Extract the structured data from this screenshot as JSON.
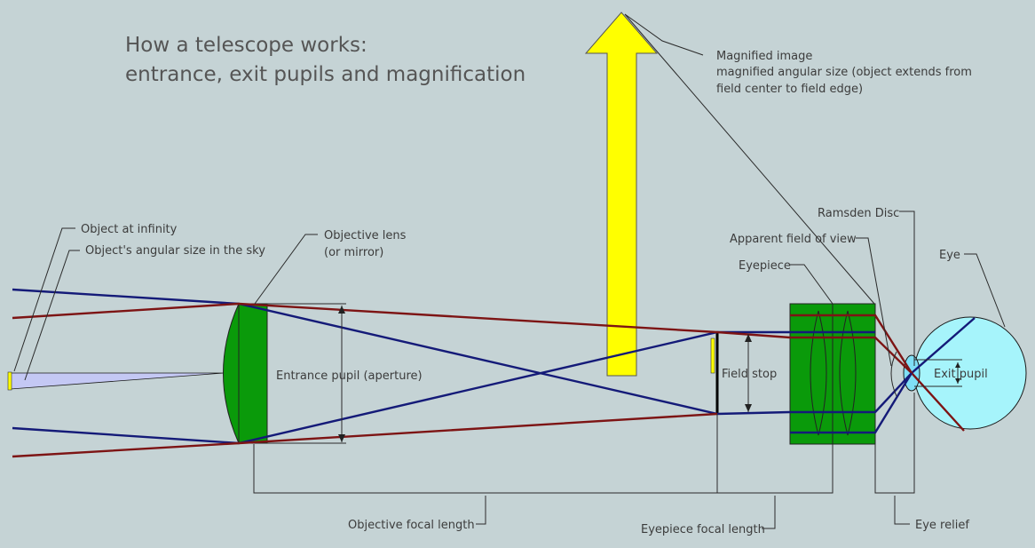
{
  "title": {
    "line1": "How a telescope works:",
    "line2": "entrance, exit pupils and magnification"
  },
  "labels": {
    "magnified_image": "Magnified image",
    "magnified_angular_size": "magnified angular size (object extends from",
    "magnified_angular_size_2": "field center to field edge)",
    "object_at_infinity": "Object at infinity",
    "object_angular_size": "Object's angular size in the sky",
    "objective_lens": "Objective lens",
    "objective_lens_2": "(or mirror)",
    "ramsden_disc": "Ramsden Disc",
    "apparent_fov": "Apparent field of view",
    "eyepiece": "Eyepiece",
    "eye": "Eye",
    "entrance_pupil": "Entrance pupil (aperture)",
    "field_stop": "Field stop",
    "exit_pupil": "Exit pupil",
    "objective_focal_length": "Objective focal length",
    "eyepiece_focal_length": "Eyepiece focal length",
    "eye_relief": "Eye relief"
  },
  "colors": {
    "background": "#c5d3d5",
    "lens_green": "#0a9a0a",
    "ray_blue": "#141a78",
    "ray_red": "#7d1414",
    "image_yellow": "#ffff00",
    "eye_cyan": "#a6f4fb",
    "object_cone": "#c4c8f4"
  }
}
